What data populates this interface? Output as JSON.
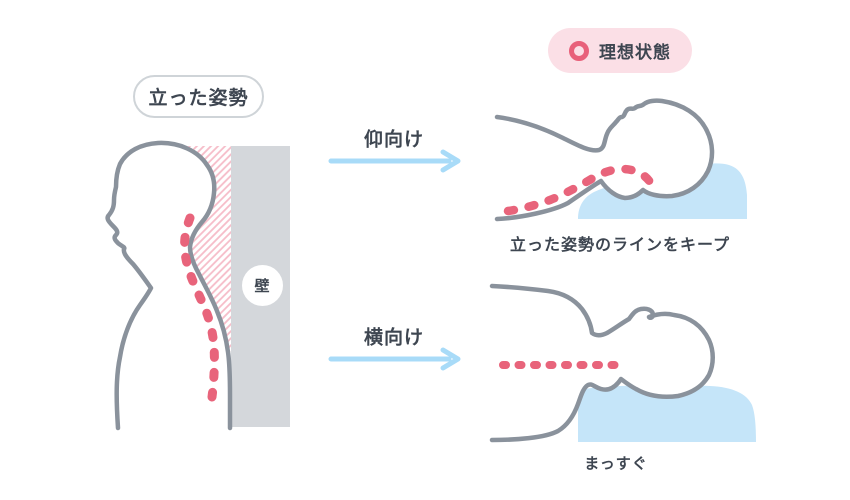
{
  "standing": {
    "label": "立った姿勢",
    "wall_label": "壁"
  },
  "ideal_badge": {
    "label": "理想状態"
  },
  "back_position": {
    "label": "仰向け",
    "caption": "立った姿勢のラインをキープ"
  },
  "side_position": {
    "label": "横向け",
    "caption": "まっすぐ"
  },
  "colors": {
    "figure_outline": "#8A929C",
    "spine_dots": "#E8647B",
    "pillow_blue": "#C5E5F9",
    "arrow_blue": "#A8DBF8",
    "wall_gray": "#D4D7DB",
    "hatch_pink": "#F6BCC8",
    "badge_pink_bg": "#FBDFE6",
    "badge_ring": "#E8607A",
    "text_dark": "#3E4651",
    "background": "#FFFFFF"
  }
}
